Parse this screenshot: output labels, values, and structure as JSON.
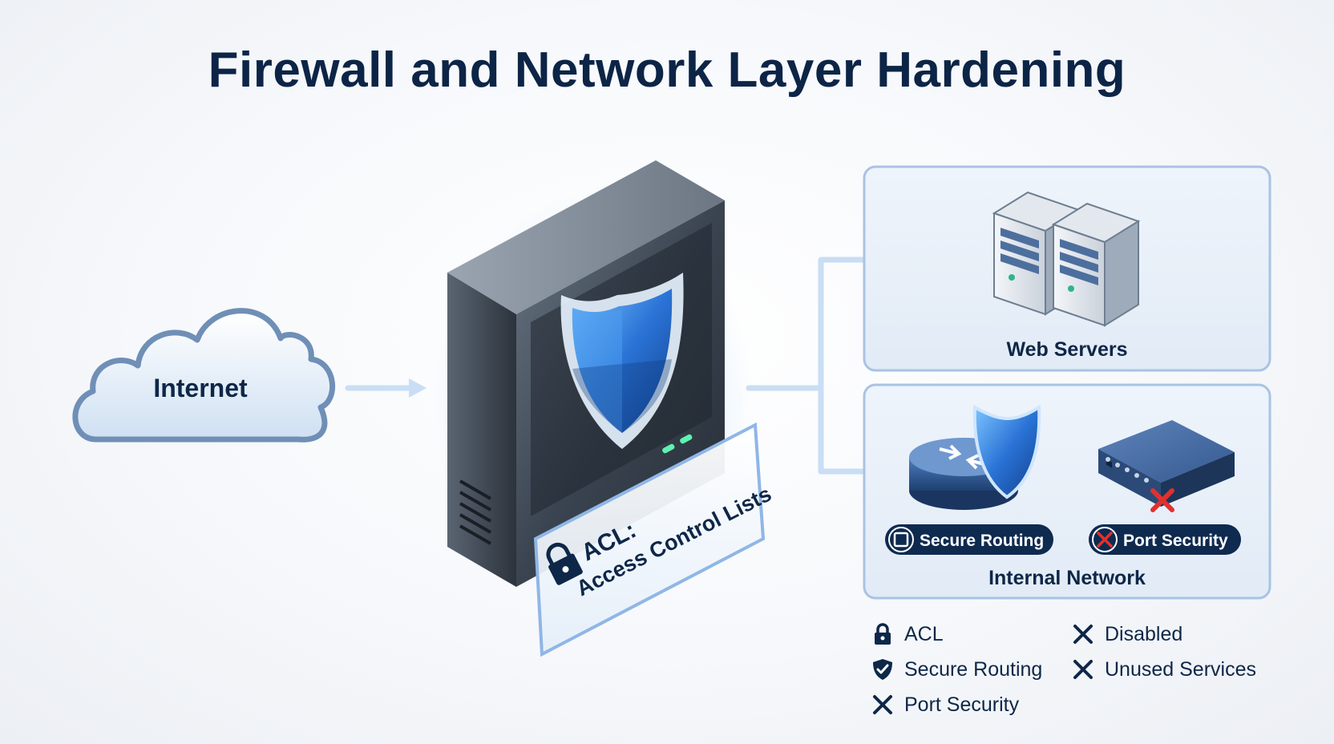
{
  "title": "Firewall and Network Layer Hardening",
  "nodes": {
    "internet": "Internet",
    "acl_line1": "ACL:",
    "acl_line2": "Access Control Lists",
    "web_servers": "Web Servers",
    "internal_network": "Internal Network",
    "secure_routing_badge": "Secure Routing",
    "port_security_badge": "Port Security"
  },
  "legend": {
    "acl": "ACL",
    "secure_routing": "Secure Routing",
    "port_security": "Port Security",
    "disabled": "Disabled",
    "unused_services": "Unused Services"
  },
  "colors": {
    "navy": "#0c2446",
    "accent_blue": "#2f7fe0",
    "red_x": "#e0312f",
    "panel_border": "#a9c3e3"
  },
  "icons": {
    "acl": "lock-icon",
    "secure_routing": "shield-check-icon",
    "port_security": "x-icon",
    "disabled": "x-icon",
    "unused_services": "x-icon"
  }
}
